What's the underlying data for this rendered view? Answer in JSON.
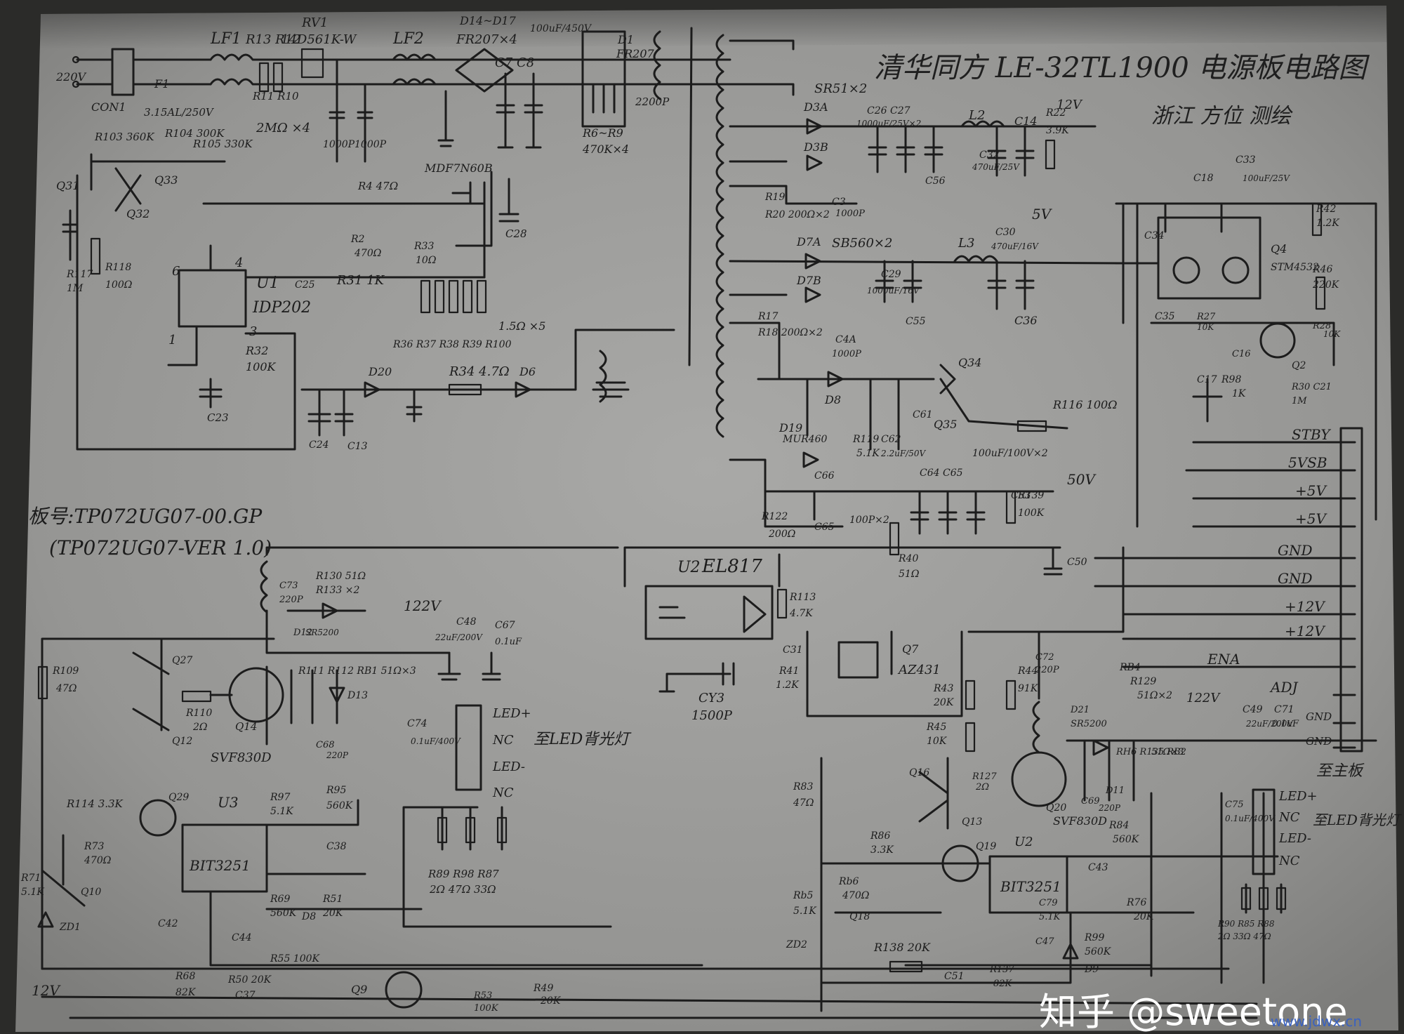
{
  "title": "清华同方 LE-32TL1900 电源板电路图",
  "author": "浙江 方位 测绘",
  "board": {
    "model_line1": "板号:TP072UG07-00.GP",
    "model_line2": "(TP072UG07-VER 1.0)"
  },
  "connector_main": {
    "pins": [
      "STBY",
      "5VSB",
      "+5V",
      "+5V",
      "GND",
      "GND",
      "+12V",
      "+12V",
      "ENA",
      "ADJ",
      "GND",
      "GND"
    ],
    "caption": "至主板"
  },
  "led_connector_left": {
    "pins": [
      "LED+",
      "NC",
      "LED-",
      "NC"
    ],
    "caption": "至LED背光灯"
  },
  "led_connector_right": {
    "pins": [
      "LED+",
      "NC",
      "LED-",
      "NC"
    ],
    "caption": "至LED背光灯"
  },
  "rails": {
    "v12": "12V",
    "v5": "5V",
    "v50": "50V",
    "v122a": "122V",
    "v122b": "122V",
    "v12in": "12V"
  },
  "parts": {
    "con1": "CON1",
    "ac": "220V",
    "lf1": "LF1",
    "lf2": "LF2",
    "r13r12": "R13 R12",
    "rv1": "RV1",
    "rv1v": "14D561K-W",
    "d14": "D14~D17",
    "d14v": "FR207×4",
    "c7c8": "C7 C8",
    "c78v": "100uF/450V",
    "f1": "F1",
    "f1v": "3.15AL/250V",
    "r11r10": "R11 R10",
    "r11v": "2MΩ ×4",
    "d1": "D1",
    "d1v": "FR207",
    "c2200": "2200P",
    "r6r9": "R6~R9",
    "r6r9v": "470K×4",
    "r103": "R103 360K",
    "r104": "R104 300K",
    "r105": "R105 330K",
    "c100p1": "1000P",
    "c100p2": "1000P",
    "q31": "Q31",
    "q32": "Q32",
    "q33": "Q33",
    "r117": "R117",
    "r117v": "1M",
    "r118": "R118",
    "r118v": "100Ω",
    "mdf": "MDF7N60B",
    "r4": "R4 47Ω",
    "r2": "R2",
    "r2v": "470Ω",
    "r33": "R33",
    "r33v": "10Ω",
    "c28": "C28",
    "u1": "U1",
    "u1v": "IDP202",
    "pin6": "6",
    "pin4": "4",
    "pin1": "1",
    "pin3": "3",
    "c25": "C25",
    "r31": "R31 1K",
    "r32": "R32",
    "r32v": "100K",
    "c23": "C23",
    "r36": "R36 R37 R38 R39 R100",
    "r36v": "1.5Ω ×5",
    "d20": "D20",
    "r34": "R34 4.7Ω",
    "d6": "D6",
    "c24": "C24",
    "c13": "C13",
    "sr51": "SR51×2",
    "d3a": "D3A",
    "d3b": "D3B",
    "c26": "C26 C27",
    "c26v": "1000uF/25V×2",
    "l2": "L2",
    "c14": "C14",
    "r22": "R22",
    "r22v": "3.9K",
    "c32": "C32",
    "c32v": "470uF/25V",
    "c56": "C56",
    "r19": "R19",
    "r20": "R20 200Ω×2",
    "c3": "C3",
    "c3v": "1000P",
    "d7a": "D7A",
    "sb560": "SB560×2",
    "d7b": "D7B",
    "l3": "L3",
    "c30": "C30",
    "c30v": "470uF/16V",
    "c29": "C29",
    "c29v": "1000uF/16V",
    "c55": "C55",
    "c36": "C36",
    "r17": "R17",
    "r18": "R18 200Ω×2",
    "c4a": "C4A",
    "c4av": "1000P",
    "d8": "D8",
    "q34": "Q34",
    "q35": "Q35",
    "r119": "R119",
    "r119v": "5.1K",
    "c62": "C62",
    "c62v": "2.2uF/50V",
    "c61": "C61",
    "r116": "R116 100Ω",
    "d19": "D19",
    "d19v": "MUR460",
    "c66": "C66",
    "c64": "C64 C65",
    "c64v": "100uF/100V×2",
    "c53": "C53",
    "r139": "R139",
    "r139v": "100K",
    "r122": "R122",
    "r122v": "200Ω",
    "c65": "C65",
    "c65v": "100P×2",
    "r40": "R40",
    "r40v": "51Ω",
    "c50": "C50",
    "c18": "C18",
    "c33": "C33",
    "c33v": "100uF/25V",
    "r42": "R42",
    "r42v": "1.2K",
    "c34": "C34",
    "q4": "Q4",
    "q4v": "STM4532",
    "r46": "R46",
    "r46v": "220K",
    "c35": "C35",
    "r27": "R27",
    "r27v": "10K",
    "c16": "C16",
    "r28": "R28",
    "r28v": "10K",
    "q2": "Q2",
    "r30": "R30 C21",
    "r30v": "1M",
    "c17": "C17",
    "r98k": "R98",
    "r98kv": "1K",
    "u2": "U2",
    "el817": "EL817",
    "r113": "R113",
    "r113v": "4.7K",
    "c31": "C31",
    "r41": "R41",
    "r41v": "1.2K",
    "q7": "Q7",
    "q7v": "AZ431",
    "cy3": "CY3",
    "cy3v": "1500P",
    "r43": "R43",
    "r43v": "20K",
    "r44": "R44",
    "r44v": "91K",
    "r45": "R45",
    "r45v": "10K",
    "c73": "C73",
    "c73v": "220P",
    "r130": "R130 51Ω",
    "r133": "R133 ×2",
    "d12": "D12",
    "d12v": "SR5200",
    "c48": "C48",
    "c48v": "22uF/200V",
    "c67": "C67",
    "c67v": "0.1uF",
    "r109": "R109",
    "r109v": "47Ω",
    "q27": "Q27",
    "q12": "Q12",
    "r110": "R110",
    "r110v": "2Ω",
    "q14": "Q14",
    "q14v": "SVF830D",
    "r111": "R111 R112 RB1 51Ω×3",
    "d13": "D13",
    "c68": "C68",
    "c68v": "220P",
    "c74": "C74",
    "c74v": "0.1uF/400V",
    "r114": "R114 3.3K",
    "q29": "Q29",
    "u3": "U3",
    "bit": "BIT3251",
    "r97": "R97",
    "r97v": "5.1K",
    "r95": "R95",
    "r95v": "560K",
    "c38": "C38",
    "r73": "R73",
    "r73v": "470Ω",
    "r71": "R71",
    "r71v": "5.1K",
    "q10": "Q10",
    "zd1": "ZD1",
    "c42": "C42",
    "r69": "R69",
    "r69v": "560K",
    "d8b": "D8",
    "r51": "R51",
    "r51v": "20K",
    "c44": "C44",
    "r55": "R55 100K",
    "r68": "R68",
    "r68v": "82K",
    "r50": "R50 20K",
    "c37": "C37",
    "q9": "Q9",
    "r53": "R53",
    "r53v": "100K",
    "r49": "R49",
    "r49v": "20K",
    "r89": "R89 R98 R87",
    "r89v": "2Ω 47Ω 33Ω",
    "c72": "C72",
    "c72v": "220P",
    "rb4": "RB4",
    "r129": "R129",
    "r129v": "51Ω×2",
    "d21": "D21",
    "d21v": "SR5200",
    "c49": "C49",
    "c49v": "22uF/200V",
    "c71": "C71",
    "c71v": "0.1uF",
    "r83": "R83",
    "r83v": "47Ω",
    "q16": "Q16",
    "r127": "R127",
    "r127v": "2Ω",
    "q13": "Q13",
    "q20": "Q20",
    "q20v": "SVF830D",
    "r136": "RH6 R135 RB2",
    "r136v": "51Ω×3",
    "c69": "C69",
    "c69v": "220P",
    "d11": "D11",
    "r86": "R86",
    "r86v": "3.3K",
    "q19": "Q19",
    "u2b": "U2",
    "bit2": "BIT3251",
    "r84": "R84",
    "r84v": "560K",
    "c43": "C43",
    "c79": "C79",
    "c79v": "5.1K",
    "r85": "Rb5",
    "r85v": "5.1K",
    "r46b": "Rb6",
    "r46bv": "470Ω",
    "zd2": "ZD2",
    "q18": "Q18",
    "r76": "R76",
    "r76v": "20K",
    "r138": "R138 20K",
    "c47": "C47",
    "c51": "C51",
    "r137": "R137",
    "r137v": "82K",
    "r99": "R99",
    "r99v": "560K",
    "d9": "D9",
    "c75": "C75",
    "c75v": "0.1uF/400V",
    "r90": "R90 R85 R88",
    "r90v": "2Ω 33Ω 47Ω"
  },
  "watermark": {
    "text": "知乎 @sweetone",
    "url": "www.jdwx.cn"
  }
}
